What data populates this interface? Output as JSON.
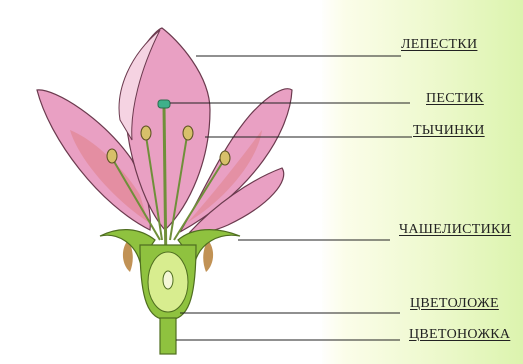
{
  "labels": {
    "petals": "ЛЕПЕСТКИ",
    "pistil": "ПЕСТИК",
    "stamens": "ТЫЧИНКИ",
    "sepals": "ЧАШЕЛИСТИКИ",
    "receptacle": "ЦВЕТОЛОЖЕ",
    "pedicel": "ЦВЕТОНОЖКА"
  },
  "colors": {
    "petal_fill": "#e9a0c3",
    "petal_inner": "#e07f86",
    "sepal_fill": "#8fc23f",
    "receptacle_fill": "#d8ed8f",
    "stamen_head": "#d7c06a",
    "stamen_filament": "#6f8f3a",
    "background_accent": "#dcf4ae"
  }
}
